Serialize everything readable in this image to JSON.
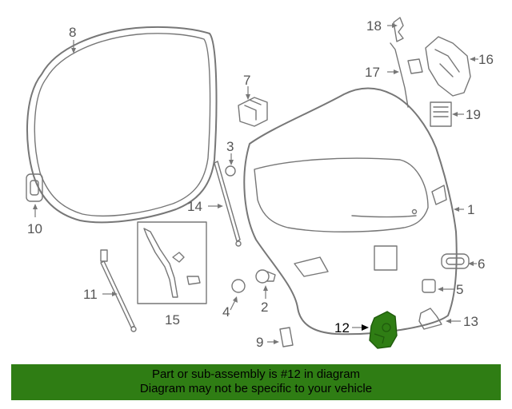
{
  "diagram": {
    "callouts": [
      {
        "id": "1",
        "label": "1"
      },
      {
        "id": "2",
        "label": "2"
      },
      {
        "id": "3",
        "label": "3"
      },
      {
        "id": "4",
        "label": "4"
      },
      {
        "id": "5",
        "label": "5"
      },
      {
        "id": "6",
        "label": "6"
      },
      {
        "id": "7",
        "label": "7"
      },
      {
        "id": "8",
        "label": "8"
      },
      {
        "id": "9",
        "label": "9"
      },
      {
        "id": "10",
        "label": "10"
      },
      {
        "id": "11",
        "label": "11"
      },
      {
        "id": "12",
        "label": "12"
      },
      {
        "id": "13",
        "label": "13"
      },
      {
        "id": "14",
        "label": "14"
      },
      {
        "id": "15",
        "label": "15"
      },
      {
        "id": "16",
        "label": "16"
      },
      {
        "id": "17",
        "label": "17"
      },
      {
        "id": "18",
        "label": "18"
      },
      {
        "id": "19",
        "label": "19"
      }
    ],
    "highlighted_part": "12",
    "highlight_color": "#2f7d14"
  },
  "banner": {
    "line1": "Part or sub-assembly is #12 in diagram",
    "line2": "Diagram may not be specific to your vehicle",
    "background": "#2f7d14"
  }
}
